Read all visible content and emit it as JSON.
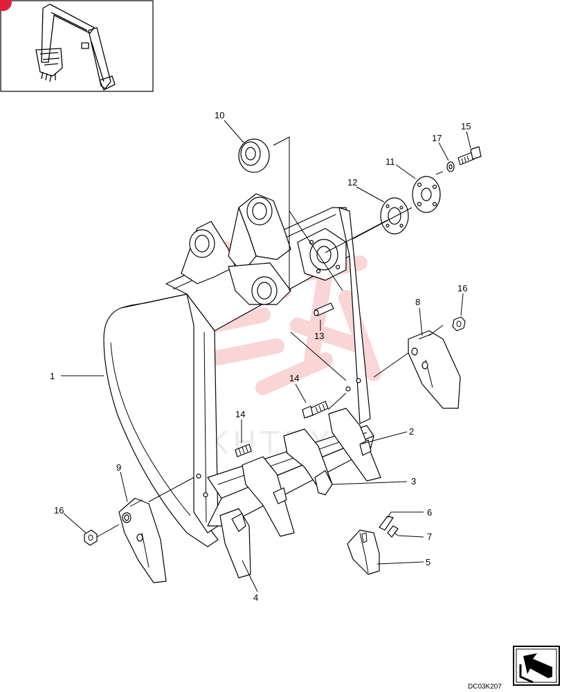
{
  "colors": {
    "line": "#000000",
    "background": "#ffffff",
    "badge": "#e0203a",
    "watermark": "#f08a8a"
  },
  "inset": {
    "badge_icon": "red-corner-badge",
    "content_icon": "excavator-arm-icon"
  },
  "diagram_code": "DC03K207",
  "nav_icon": "arrow-navigation-icon",
  "watermark_text": "KHTEX",
  "callouts": [
    {
      "id": "c1",
      "label": "1"
    },
    {
      "id": "c2",
      "label": "2"
    },
    {
      "id": "c3",
      "label": "3"
    },
    {
      "id": "c4",
      "label": "4"
    },
    {
      "id": "c5",
      "label": "5"
    },
    {
      "id": "c6",
      "label": "6"
    },
    {
      "id": "c7",
      "label": "7"
    },
    {
      "id": "c8",
      "label": "8"
    },
    {
      "id": "c9",
      "label": "9"
    },
    {
      "id": "c10",
      "label": "10"
    },
    {
      "id": "c11",
      "label": "11"
    },
    {
      "id": "c12",
      "label": "12"
    },
    {
      "id": "c13",
      "label": "13"
    },
    {
      "id": "c14a",
      "label": "14"
    },
    {
      "id": "c14b",
      "label": "14"
    },
    {
      "id": "c15",
      "label": "15"
    },
    {
      "id": "c16a",
      "label": "16"
    },
    {
      "id": "c16b",
      "label": "16"
    },
    {
      "id": "c17",
      "label": "17"
    }
  ]
}
